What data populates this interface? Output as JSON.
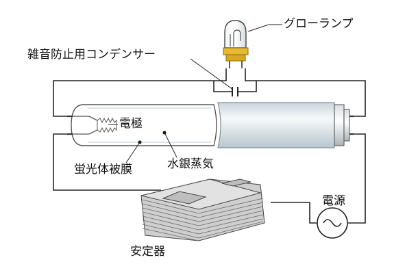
{
  "labels": {
    "glow_lamp": "グローランプ",
    "capacitor": "雑音防止用コンデンサー",
    "electrode": "電極",
    "mercury_vapor": "水銀蒸気",
    "phosphor": "蛍光体被膜",
    "power_source": "電源",
    "ballast": "安定器"
  },
  "colors": {
    "wire": "#222222",
    "tube_fill": "#dfe8ec",
    "tube_highlight": "#f4f8fa",
    "glow_base": "#e8b830",
    "ballast_plate": "#d4d4d4"
  }
}
